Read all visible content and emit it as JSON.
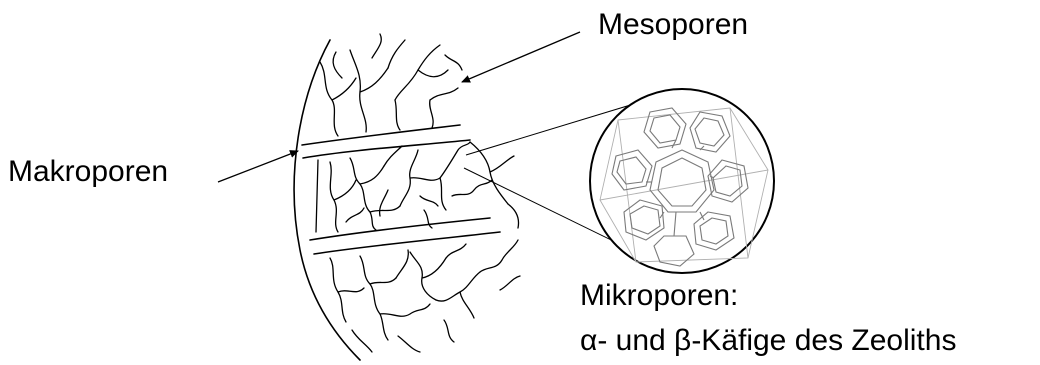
{
  "labels": {
    "mesoporen": "Mesoporen",
    "makroporen": "Makroporen",
    "mikroporen_line1": "Mikroporen:",
    "mikroporen_line2": "α- und β-Käfige des Zeoliths"
  }
}
